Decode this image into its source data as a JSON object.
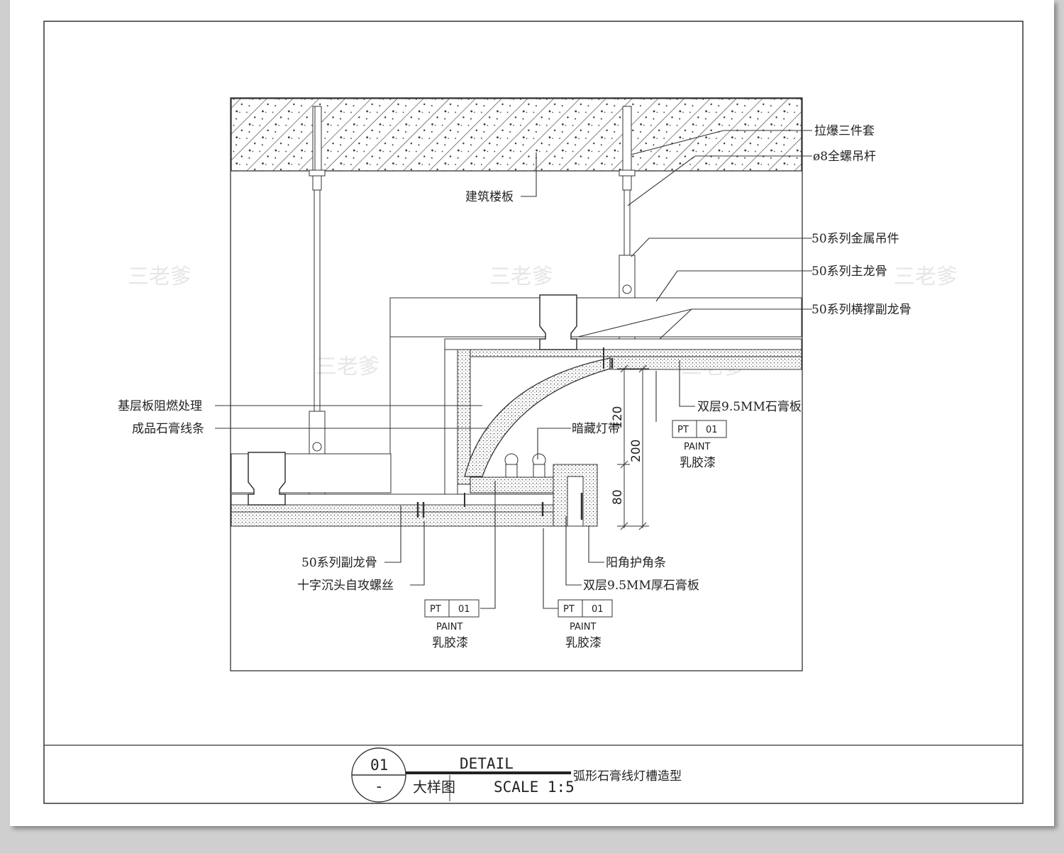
{
  "labels": {
    "expansion_bolt": "拉爆三件套",
    "rod": "ø8全螺吊杆",
    "slab": "建筑楼板",
    "hanger": "50系列金属吊件",
    "main_keel": "50系列主龙骨",
    "cross_keel": "50系列横撑副龙骨",
    "double_board_top": "双层9.5MM石膏板",
    "base_board": "基层板阻燃处理",
    "molding": "成品石膏线条",
    "led": "暗藏灯带",
    "sub_keel": "50系列副龙骨",
    "screw": "十字沉头自攻螺丝",
    "corner_bead": "阳角护角条",
    "double_board_bottom": "双层9.5MM厚石膏板"
  },
  "paint_tag": {
    "code": "PT",
    "number": "01",
    "word": "PAINT",
    "name": "乳胶漆"
  },
  "dimensions": {
    "d120": "120",
    "d200": "200",
    "d80": "80"
  },
  "watermark": "三老爹",
  "title_block": {
    "number": "01",
    "dash": "-",
    "detail": "DETAIL",
    "detail_cn": "大样图",
    "scale": "SCALE 1:5",
    "description": "弧形石膏线灯槽造型"
  }
}
